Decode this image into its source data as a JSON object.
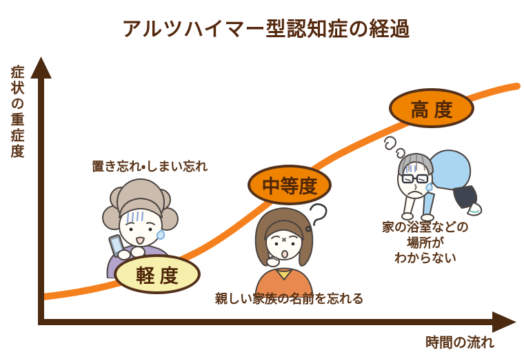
{
  "title": "アルツハイマー型認知症の経過",
  "y_axis": {
    "label": "症状の重症度"
  },
  "x_axis": {
    "label": "時間の流れ"
  },
  "stages": {
    "mild": {
      "label": "軽 度",
      "annotation": "置き忘れ・しまい忘れ"
    },
    "moderate": {
      "label": "中等度",
      "annotation": "親しい家族の名前を忘れる"
    },
    "severe": {
      "label": "高 度",
      "annotation": "家の浴室などの場所が\nわからない"
    }
  },
  "icons": {
    "question_mark": "question-mark-doodle",
    "dizzy_swirls": "dizzy-swirls",
    "y_arrow": "up-arrow",
    "x_arrow": "right-arrow"
  },
  "colors": {
    "curve_orange": "#f5811e",
    "axis_brown": "#4b2a10",
    "stage_orange_fill": "#ef8300",
    "stage_yellow_fill": "#f7f0ad",
    "outline_brown": "#53301a",
    "text_brown": "#5a3418",
    "title_brown": "#55290f"
  },
  "chart_data": {
    "type": "line",
    "title": "アルツハイマー型認知症の経過",
    "xlabel": "時間の流れ",
    "ylabel": "症状の重症度",
    "axes": "qualitative, no tick labels or numeric scale shown",
    "curve_shape": "increasing S-curve (severity rises over time, flattening at high severity)",
    "series": [
      {
        "name": "症状の重症度",
        "points_normalized": [
          {
            "x": 0.0,
            "y": 0.1
          },
          {
            "x": 0.17,
            "y": 0.15
          },
          {
            "x": 0.33,
            "y": 0.27
          },
          {
            "x": 0.5,
            "y": 0.55
          },
          {
            "x": 0.67,
            "y": 0.75
          },
          {
            "x": 0.83,
            "y": 0.9
          },
          {
            "x": 1.0,
            "y": 0.95
          }
        ]
      }
    ],
    "stage_annotations": [
      {
        "stage": "軽 度",
        "example": "置き忘れ・しまい忘れ",
        "curve_position_x": 0.24
      },
      {
        "stage": "中等度",
        "example": "親しい家族の名前を忘れる",
        "curve_position_x": 0.52
      },
      {
        "stage": "高 度",
        "example": "家の浴室などの場所がわからない",
        "curve_position_x": 0.81
      }
    ],
    "legend": "none",
    "grid": false
  }
}
